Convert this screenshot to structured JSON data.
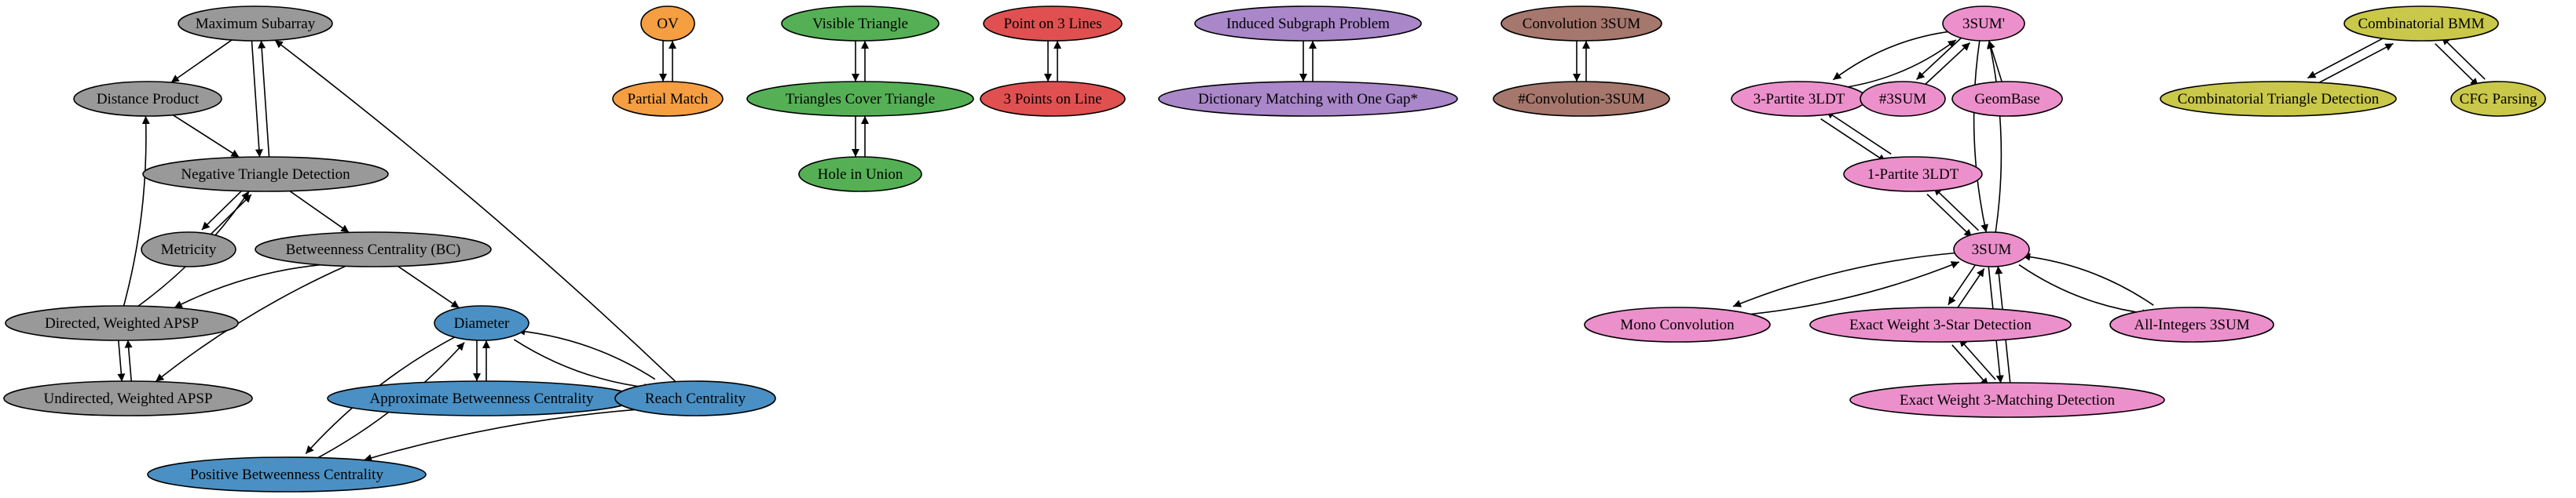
{
  "colors": {
    "gray": "#999999",
    "blue": "#4a90c4",
    "orange": "#f59e42",
    "green": "#55b055",
    "red": "#e05050",
    "purple": "#a987c9",
    "brown": "#a6776c",
    "pink": "#ec90cc",
    "olive": "#c9c84a"
  },
  "nodes": [
    {
      "id": "max_subarray",
      "label": "Maximum Subarray",
      "color": "gray"
    },
    {
      "id": "distance_product",
      "label": "Distance Product",
      "color": "gray"
    },
    {
      "id": "neg_triangle",
      "label": "Negative Triangle Detection",
      "color": "gray"
    },
    {
      "id": "metricity",
      "label": "Metricity",
      "color": "gray"
    },
    {
      "id": "betweenness",
      "label": "Betweenness Centrality (BC)",
      "color": "gray"
    },
    {
      "id": "dir_apsp",
      "label": "Directed, Weighted APSP",
      "color": "gray"
    },
    {
      "id": "undir_apsp",
      "label": "Undirected, Weighted APSP",
      "color": "gray"
    },
    {
      "id": "diameter",
      "label": "Diameter",
      "color": "blue"
    },
    {
      "id": "approx_bc",
      "label": "Approximate Betweenness Centrality",
      "color": "blue"
    },
    {
      "id": "reach",
      "label": "Reach Centrality",
      "color": "blue"
    },
    {
      "id": "pos_bc",
      "label": "Positive Betweenness Centrality",
      "color": "blue"
    },
    {
      "id": "ov",
      "label": "OV",
      "color": "orange"
    },
    {
      "id": "partial_match",
      "label": "Partial Match",
      "color": "orange"
    },
    {
      "id": "visible_tri",
      "label": "Visible Triangle",
      "color": "green"
    },
    {
      "id": "tri_cover",
      "label": "Triangles Cover Triangle",
      "color": "green"
    },
    {
      "id": "hole_union",
      "label": "Hole in Union",
      "color": "green"
    },
    {
      "id": "point3",
      "label": "Point on 3 Lines",
      "color": "red"
    },
    {
      "id": "pts3",
      "label": "3 Points on Line",
      "color": "red"
    },
    {
      "id": "induced",
      "label": "Induced Subgraph Problem",
      "color": "purple"
    },
    {
      "id": "dict_match",
      "label": "Dictionary Matching with One Gap*",
      "color": "purple"
    },
    {
      "id": "conv3sum",
      "label": "Convolution 3SUM",
      "color": "brown"
    },
    {
      "id": "hconv3sum",
      "label": "#Convolution-3SUM",
      "color": "brown"
    },
    {
      "id": "threesum_p",
      "label": "3SUM'",
      "color": "pink"
    },
    {
      "id": "tripartite",
      "label": "3-Partite 3LDT",
      "color": "pink"
    },
    {
      "id": "h3sum",
      "label": "#3SUM",
      "color": "pink"
    },
    {
      "id": "geombase",
      "label": "GeomBase",
      "color": "pink"
    },
    {
      "id": "onepartite",
      "label": "1-Partite 3LDT",
      "color": "pink"
    },
    {
      "id": "threesum",
      "label": "3SUM",
      "color": "pink"
    },
    {
      "id": "mono_conv",
      "label": "Mono Convolution",
      "color": "pink"
    },
    {
      "id": "ew3star",
      "label": "Exact Weight 3-Star Detection",
      "color": "pink"
    },
    {
      "id": "allint",
      "label": "All-Integers 3SUM",
      "color": "pink"
    },
    {
      "id": "ew3match",
      "label": "Exact Weight 3-Matching Detection",
      "color": "pink"
    },
    {
      "id": "comb_bmm",
      "label": "Combinatorial BMM",
      "color": "olive"
    },
    {
      "id": "comb_tri",
      "label": "Combinatorial Triangle Detection",
      "color": "olive"
    },
    {
      "id": "cfg",
      "label": "CFG Parsing",
      "color": "olive"
    }
  ],
  "edges": [
    {
      "from": "max_subarray",
      "to": "distance_product"
    },
    {
      "from": "max_subarray",
      "to": "neg_triangle"
    },
    {
      "from": "neg_triangle",
      "to": "max_subarray"
    },
    {
      "from": "distance_product",
      "to": "neg_triangle"
    },
    {
      "from": "neg_triangle",
      "to": "metricity"
    },
    {
      "from": "metricity",
      "to": "neg_triangle"
    },
    {
      "from": "neg_triangle",
      "to": "betweenness"
    },
    {
      "from": "dir_apsp",
      "to": "neg_triangle"
    },
    {
      "from": "dir_apsp",
      "to": "distance_product"
    },
    {
      "from": "betweenness",
      "to": "dir_apsp"
    },
    {
      "from": "betweenness",
      "to": "undir_apsp"
    },
    {
      "from": "betweenness",
      "to": "diameter"
    },
    {
      "from": "dir_apsp",
      "to": "undir_apsp"
    },
    {
      "from": "undir_apsp",
      "to": "dir_apsp"
    },
    {
      "from": "diameter",
      "to": "approx_bc"
    },
    {
      "from": "approx_bc",
      "to": "diameter"
    },
    {
      "from": "diameter",
      "to": "reach"
    },
    {
      "from": "reach",
      "to": "diameter"
    },
    {
      "from": "diameter",
      "to": "pos_bc"
    },
    {
      "from": "pos_bc",
      "to": "diameter"
    },
    {
      "from": "reach",
      "to": "pos_bc"
    },
    {
      "from": "reach",
      "to": "max_subarray"
    },
    {
      "from": "ov",
      "to": "partial_match"
    },
    {
      "from": "partial_match",
      "to": "ov"
    },
    {
      "from": "visible_tri",
      "to": "tri_cover"
    },
    {
      "from": "tri_cover",
      "to": "visible_tri"
    },
    {
      "from": "tri_cover",
      "to": "hole_union"
    },
    {
      "from": "hole_union",
      "to": "tri_cover"
    },
    {
      "from": "point3",
      "to": "pts3"
    },
    {
      "from": "pts3",
      "to": "point3"
    },
    {
      "from": "induced",
      "to": "dict_match"
    },
    {
      "from": "dict_match",
      "to": "induced"
    },
    {
      "from": "conv3sum",
      "to": "hconv3sum"
    },
    {
      "from": "hconv3sum",
      "to": "conv3sum"
    },
    {
      "from": "threesum_p",
      "to": "tripartite"
    },
    {
      "from": "tripartite",
      "to": "threesum_p"
    },
    {
      "from": "threesum_p",
      "to": "h3sum"
    },
    {
      "from": "h3sum",
      "to": "threesum_p"
    },
    {
      "from": "geombase",
      "to": "threesum_p"
    },
    {
      "from": "threesum_p",
      "to": "threesum"
    },
    {
      "from": "threesum",
      "to": "threesum_p"
    },
    {
      "from": "tripartite",
      "to": "onepartite"
    },
    {
      "from": "onepartite",
      "to": "tripartite"
    },
    {
      "from": "onepartite",
      "to": "threesum"
    },
    {
      "from": "threesum",
      "to": "onepartite"
    },
    {
      "from": "threesum",
      "to": "mono_conv"
    },
    {
      "from": "mono_conv",
      "to": "threesum"
    },
    {
      "from": "threesum",
      "to": "ew3star"
    },
    {
      "from": "ew3star",
      "to": "threesum"
    },
    {
      "from": "threesum",
      "to": "allint"
    },
    {
      "from": "allint",
      "to": "threesum"
    },
    {
      "from": "threesum",
      "to": "ew3match"
    },
    {
      "from": "ew3match",
      "to": "threesum"
    },
    {
      "from": "ew3star",
      "to": "ew3match"
    },
    {
      "from": "ew3match",
      "to": "ew3star"
    },
    {
      "from": "comb_bmm",
      "to": "comb_tri"
    },
    {
      "from": "comb_tri",
      "to": "comb_bmm"
    },
    {
      "from": "comb_bmm",
      "to": "cfg"
    },
    {
      "from": "cfg",
      "to": "comb_bmm"
    }
  ]
}
